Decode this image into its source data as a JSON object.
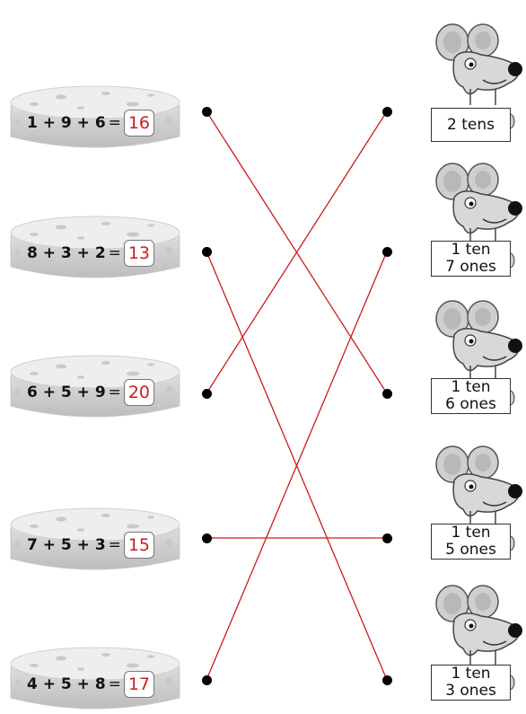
{
  "equations": [
    {
      "expr": "1 + 9 + 6",
      "eq": "=",
      "answer": "16"
    },
    {
      "expr": "8 + 3 + 2",
      "eq": "=",
      "answer": "13"
    },
    {
      "expr": "6 + 5 + 9",
      "eq": "=",
      "answer": "20"
    },
    {
      "expr": "7 + 5 + 3",
      "eq": "=",
      "answer": "15"
    },
    {
      "expr": "4 + 5 + 8",
      "eq": "=",
      "answer": "17"
    }
  ],
  "signs": [
    {
      "line1": "2 tens",
      "line2": ""
    },
    {
      "line1": "1 ten",
      "line2": "7 ones"
    },
    {
      "line1": "1 ten",
      "line2": "6 ones"
    },
    {
      "line1": "1 ten",
      "line2": "5 ones"
    },
    {
      "line1": "1 ten",
      "line2": "3 ones"
    }
  ],
  "matches": [
    [
      0,
      2
    ],
    [
      1,
      4
    ],
    [
      2,
      0
    ],
    [
      3,
      3
    ],
    [
      4,
      1
    ]
  ],
  "colors": {
    "line": "#d01a1a",
    "answer": "#d01a1a",
    "dot": "#000000"
  }
}
